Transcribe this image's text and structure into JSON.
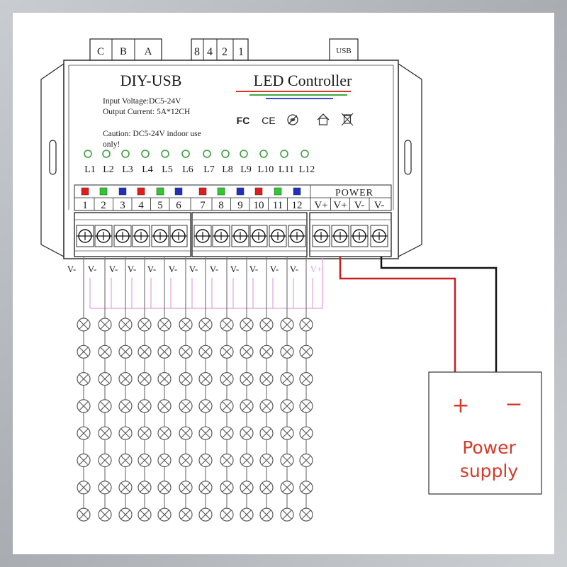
{
  "controller": {
    "address_switch_labels": [
      "C",
      "B",
      "A"
    ],
    "dip_switch_labels": [
      "8",
      "4",
      "2",
      "1"
    ],
    "usb_port_label": "USB",
    "title_left": "DIY-USB",
    "title_right": "LED Controller",
    "title_underline_colors": [
      "#e0301e",
      "#3daa3d",
      "#2a4fd0"
    ],
    "spec_input_voltage": "Input Voltage:DC5-24V",
    "spec_output_current": "Output Current: 5A*12CH",
    "certification_marks": [
      "FC",
      "CE"
    ],
    "certification_icons": [
      "rohs-icon",
      "indoor-house-icon",
      "weee-bin-icon"
    ],
    "caution_lines": [
      "Caution: DC5-24V indoor use",
      "only!"
    ],
    "indicator_leds": [
      "L1",
      "L2",
      "L3",
      "L4",
      "L5",
      "L6",
      "L7",
      "L8",
      "L9",
      "L10",
      "L11",
      "L12"
    ],
    "indicator_led_color": "#3f9e3f",
    "channel_colors": [
      "#e31b1b",
      "#2fc92f",
      "#1f2fbf",
      "#e31b1b",
      "#2fc92f",
      "#1f2fbf",
      "#e31b1b",
      "#2fc92f",
      "#1f2fbf",
      "#e31b1b",
      "#2fc92f",
      "#1f2fbf"
    ],
    "channel_numbers": [
      "1",
      "2",
      "3",
      "4",
      "5",
      "6",
      "7",
      "8",
      "9",
      "10",
      "11",
      "12"
    ],
    "power_header": "POWER",
    "power_terminals": [
      "V+",
      "V+",
      "V-",
      "V-"
    ]
  },
  "wiring": {
    "channel_wire_labels": [
      "V-",
      "V-",
      "V-",
      "V-",
      "V-",
      "V-",
      "V-",
      "V-",
      "V-",
      "V-",
      "V-",
      "V-"
    ],
    "common_wire_label": "V+",
    "common_wire_color": "#e2a2dc",
    "positive_supply_wire_color": "#c81e1e",
    "negative_supply_wire_color": "#141414"
  },
  "power_supply": {
    "positive_terminal": "+",
    "negative_terminal": "−",
    "label_lines": [
      "Power",
      "supply"
    ],
    "text_color": "#d63a2a"
  }
}
